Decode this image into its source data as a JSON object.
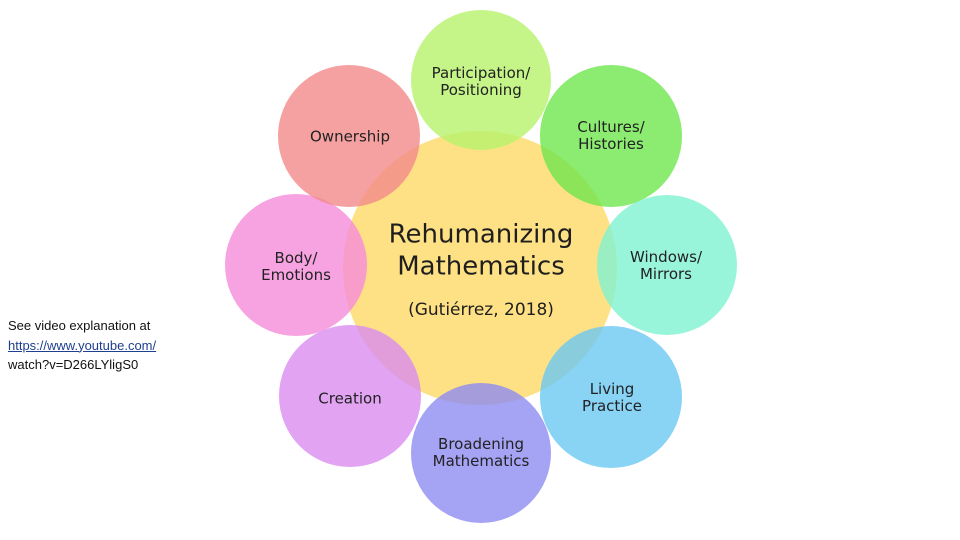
{
  "center": {
    "title_line1": "Rehumanizing",
    "title_line2": "Mathematics",
    "citation": "(Gutiérrez, 2018)",
    "color": "#ffd966"
  },
  "petals": [
    {
      "line1": "Participation/",
      "line2": "Positioning",
      "color": "#b7f26a"
    },
    {
      "line1": "Cultures/",
      "line2": "Histories",
      "color": "#6fe64d"
    },
    {
      "line1": "Windows/",
      "line2": "Mirrors",
      "color": "#7ff2d0"
    },
    {
      "line1": "Living",
      "line2": "Practice",
      "color": "#6cc8f2"
    },
    {
      "line1": "Broadening",
      "line2": "Mathematics",
      "color": "#8f8cf0"
    },
    {
      "line1": "Creation",
      "line2": "",
      "color": "#d98cef"
    },
    {
      "line1": "Body/",
      "line2": "Emotions",
      "color": "#f68cd9"
    },
    {
      "line1": "Ownership",
      "line2": "",
      "color": "#f28a8a"
    }
  ],
  "side_note": {
    "text": "See video explanation at",
    "link_line1": "https://www.youtube.com/",
    "link_line2": "watch?v=D266LYlig",
    "link_tail": "S0"
  }
}
